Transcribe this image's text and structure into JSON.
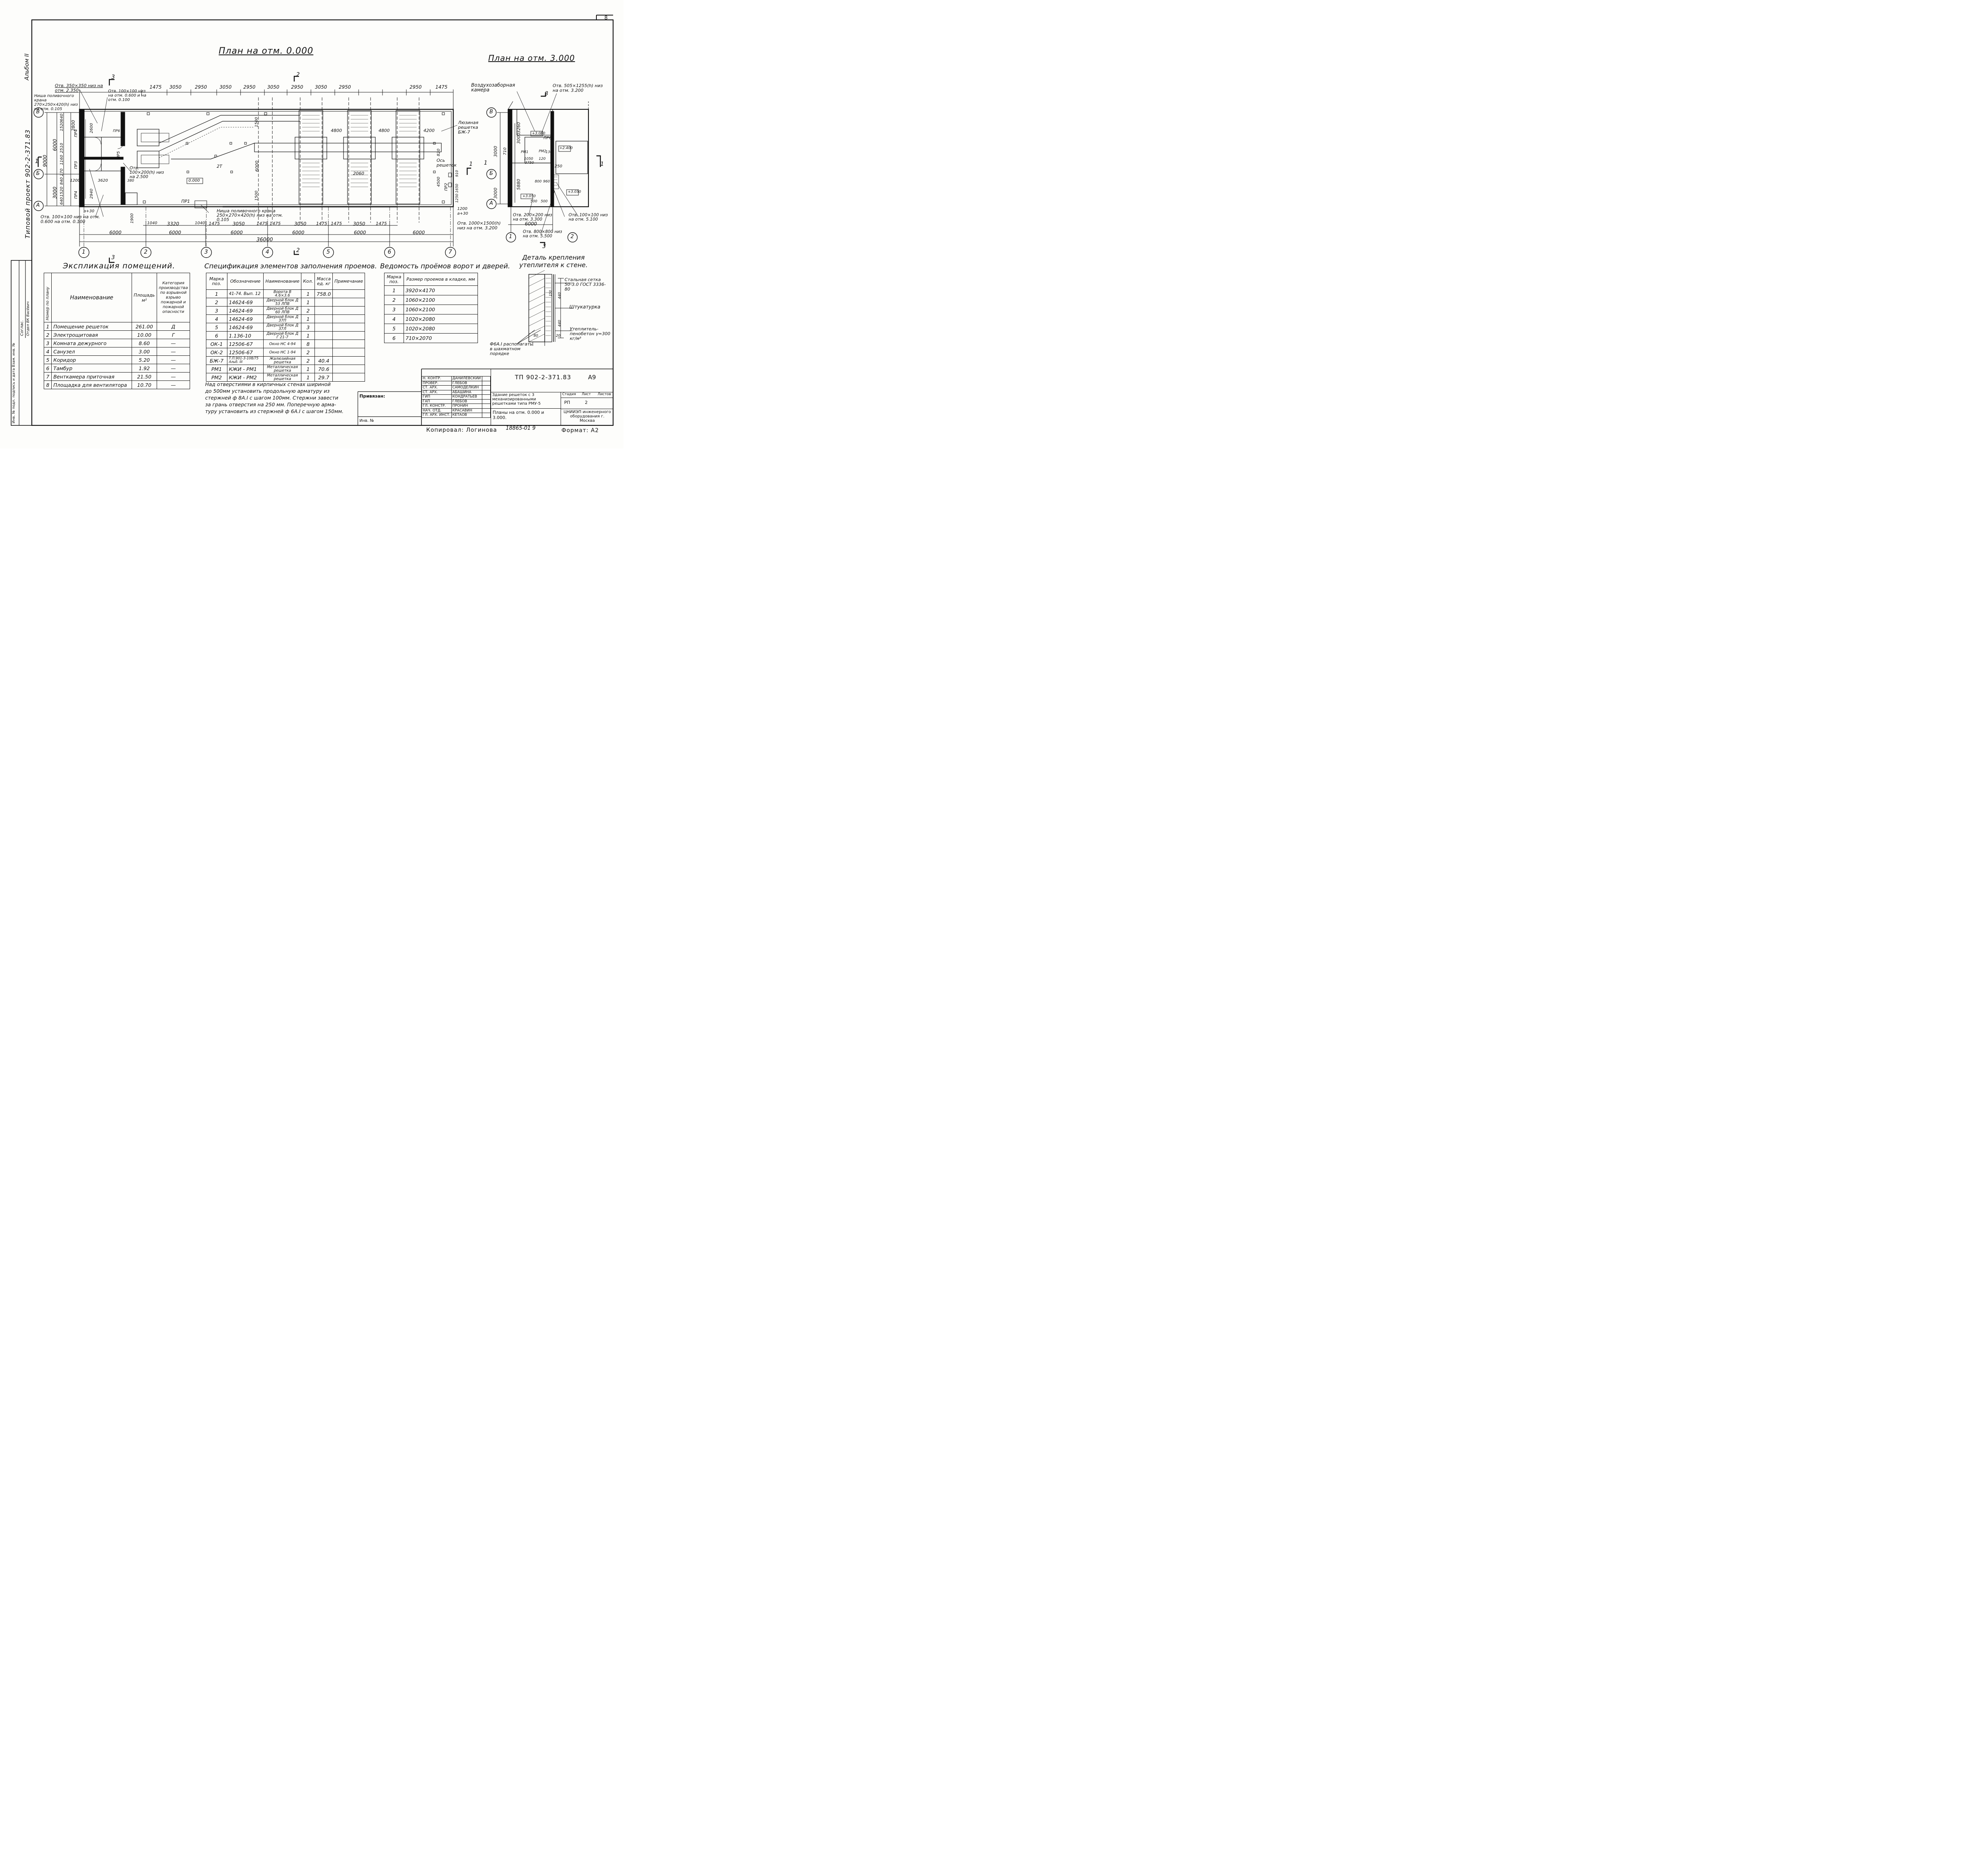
{
  "sheet": {
    "sheet_number": "8",
    "side_album": "Альбом II",
    "side_project": "Типовой проект 902-2-371.83",
    "copied": "Копировал: Логинова",
    "code_bottom": "18865-01 9",
    "format": "Формат: А2"
  },
  "plan0": {
    "title": "План на отм. 0.000",
    "top_dims": [
      "1475",
      "3050",
      "2950",
      "3050",
      "2950",
      "3050",
      "2950",
      "3050",
      "2950",
      "2950",
      "1475"
    ],
    "bot_dims_row1": [
      "1040",
      "3320",
      "1040",
      "1475",
      "3050",
      "1475",
      "1475",
      "3050",
      "1475",
      "1475",
      "3050",
      "1475"
    ],
    "bot_dims_row2": [
      "6000",
      "6000",
      "6000",
      "6000",
      "6000",
      "6000"
    ],
    "total": "36000",
    "axes": [
      "1",
      "2",
      "3",
      "4",
      "5",
      "6",
      "7"
    ],
    "row_axes": [
      "В",
      "Б",
      "А"
    ],
    "left_dims": [
      "9000",
      "6000",
      "3000",
      "2800",
      "1520",
      "640",
      "2510",
      "1160",
      "270",
      "840",
      "1520",
      "640"
    ],
    "section_marks": [
      "3",
      "2",
      "1"
    ],
    "notes": [
      "Отв. 350×350 низ на отм. 2.350",
      "Ниша поливочного крана 270×250×420(h) низ на отм. 0.105",
      "Отв. 100×100 низ на отм. 0.600 и на отм. 0.100",
      "Отв. 100×200(h) низ на 2.500",
      "Отв. 100×100 низ на отм. 0.600 на отм. 0.100",
      "Ниша поливочного крана 250×270×420(h) низ на отм. 0.105",
      "Люзиная решетка БЖ-7",
      "Ось решеток"
    ],
    "labels": [
      "ПР4",
      "ПР3",
      "ПР4",
      "ПР5",
      "ПР6",
      "ПР1",
      "ПР2",
      "2Т",
      "0.000"
    ],
    "inner_dims": [
      "4800",
      "4800",
      "4200",
      "2060",
      "6000",
      "1500",
      "1500",
      "3620",
      "2940",
      "2600",
      "1200",
      "1200",
      "1900",
      "a+30",
      "a+30",
      "380",
      "820",
      "4500",
      "1200",
      "910",
      "1650",
      "1250"
    ]
  },
  "plan3": {
    "title": "План на отм. 3.000",
    "notes": [
      "Воздухозаборная камера",
      "Отв. 505×1255(h) низ на отм. 3.200",
      "Отв. 1000×1500(h) низ на отм. 3.200",
      "Отв. 200×200 низ на отм. 3.300",
      "Отв. 100×100 низ на отм. 5.100",
      "Отв. 800×800 низ на отм. 5.500"
    ],
    "levels": [
      "+3.000",
      "+2.400",
      "+3.050",
      "+3.050"
    ],
    "labels": [
      "ПР6",
      "РМ1",
      "РМ2"
    ],
    "dims": [
      "6000",
      "3000",
      "3000",
      "3260",
      "710",
      "3000",
      "5880",
      "250",
      "130",
      "120",
      "1050",
      "3750",
      "800",
      "960",
      "500",
      "500"
    ],
    "axes": [
      "1",
      "2"
    ],
    "row_axes": [
      "В",
      "Б",
      "А"
    ],
    "section_marks": [
      "3",
      "1",
      "1"
    ]
  },
  "explication": {
    "title": "Экспликация помещений.",
    "headers": [
      "Номер по плану",
      "Наименование",
      "Площадь м²",
      "Категория производства по взрывной взрыво пожарной и пожарной опасности"
    ],
    "rows": [
      [
        "1",
        "Помещение решеток",
        "261.00",
        "Д"
      ],
      [
        "2",
        "Электрощитовая",
        "10.00",
        "Г"
      ],
      [
        "3",
        "Комната дежурного",
        "8.60",
        "—"
      ],
      [
        "4",
        "Санузел",
        "3.00",
        "—"
      ],
      [
        "5",
        "Коридор",
        "5.20",
        "—"
      ],
      [
        "6",
        "Тамбур",
        "1.92",
        "—"
      ],
      [
        "7",
        "Венткамера приточная",
        "21.50",
        "—"
      ],
      [
        "8",
        "Площадка для вентилятора",
        "10.70",
        "—"
      ]
    ]
  },
  "spec": {
    "title": "Спецификация элементов заполнения проемов.",
    "headers": [
      "Марка поз.",
      "Обозначение",
      "Наименование",
      "Кол.",
      "Масса ед. кг",
      "Примечание"
    ],
    "rows": [
      [
        "1",
        "41-74. Вып. 12",
        "Ворота В 4.6×3.6",
        "1",
        "758.0",
        ""
      ],
      [
        "2",
        "14624-69",
        "Дверной блок Д 53 ЛПВ",
        "1",
        "",
        ""
      ],
      [
        "3",
        "14624-69",
        "Дверной блок Д 60 ЛПВ",
        "2",
        "",
        ""
      ],
      [
        "4",
        "14624-69",
        "Дверной блок Д 37П",
        "1",
        "",
        ""
      ],
      [
        "5",
        "14624-69",
        "Дверной блок Д 37Л",
        "3",
        "",
        ""
      ],
      [
        "6",
        "1.136-10",
        "Дверной блок Д Г 21-7",
        "1",
        "",
        ""
      ],
      [
        "ОК-1",
        "12506-67",
        "Окно НС 4-94",
        "8",
        "",
        ""
      ],
      [
        "ОК-2",
        "12506-67",
        "Окно НС 1-94",
        "2",
        "",
        ""
      ],
      [
        "БЖ-7",
        "Т.П.901-3-108/75 Альб. III",
        "Жалюзийная решетка",
        "2",
        "40.4",
        ""
      ],
      [
        "РМ1",
        "КЖИ - РМ1",
        "Металлическая решетка",
        "1",
        "70.6",
        ""
      ],
      [
        "РМ2",
        "КЖИ - РМ2",
        "Металлическая решетка",
        "1",
        "29.7",
        ""
      ]
    ],
    "note": [
      "Над отверстиями в кирпичных стенах шириной",
      "до 500мм установить продольную арматуру из",
      "стержней ф 8А.I с шагом 100мм. Стержни завести",
      "за грань отверстия на 250 мм. Поперечную арма-",
      "туру установить из стержней ф 6А.I с шагом 150мм."
    ]
  },
  "openings": {
    "title": "Ведомость проёмов ворот и дверей.",
    "headers": [
      "Марка поз.",
      "Размер проемов в кладке, мм"
    ],
    "rows": [
      [
        "1",
        "3920×4170"
      ],
      [
        "2",
        "1060×2100"
      ],
      [
        "3",
        "1060×2100"
      ],
      [
        "4",
        "1020×2080"
      ],
      [
        "5",
        "1020×2080"
      ],
      [
        "6",
        "710×2070"
      ]
    ]
  },
  "detail": {
    "title": "Деталь крепления утеплителя к стене.",
    "callouts": [
      "Стальная сетка 50-3.0 ГОСТ 3336-80",
      "Штукатурка",
      "Утеплитель-пенобетон γ=300 кг/м³",
      "Ф6А.I располагать в шахматном порядке"
    ],
    "dims": [
      "440",
      "440",
      "80",
      "20",
      "150"
    ]
  },
  "stamp": {
    "code": "ТП 902-2-371.83",
    "sheet_fmt": "А9",
    "signers": [
      [
        "Н. КОНТР.",
        "ДАНИЛЕВСКИЙ"
      ],
      [
        "ПРОВЕР.",
        "ГЛЕБОВ"
      ],
      [
        "СТ. АРХ.",
        "САМОДЕЛКИН"
      ],
      [
        "СТ. АРХ.",
        "АБАШИНА"
      ],
      [
        "ГИП",
        "КОНДРАТЬЕВ"
      ],
      [
        "ГАП",
        "ГЛЕБОВ"
      ],
      [
        "ГЛ. КОНСТР.",
        "ПРОНИН"
      ],
      [
        "НАЧ. ОТД.",
        "КРАСАВИН"
      ],
      [
        "ГЛ. АРХ. ИНСТ.",
        "КЕТАОВ"
      ]
    ],
    "building": "Здание решеток с 3 механизированными решетками типа РМУ-5",
    "stage_hdr": [
      "Стадия",
      "Лист",
      "Листов"
    ],
    "stage": [
      "РП",
      "2",
      ""
    ],
    "sheet_name": "Планы на отм. 0.000 и 3.000.",
    "org": "ЦНИИЭП инженерного оборудования г. Москва",
    "bound": "Привязан:",
    "inv": "Инв. №"
  },
  "side_stamp": {
    "lines": [
      "Соглас.",
      "Отдел ВК Васёвич",
      "Отдел ВС Марцавая",
      "Отдел ЭМ Мосейкин"
    ],
    "inv": "Инв. № подл. подпись и дата Взам. инв. №"
  }
}
